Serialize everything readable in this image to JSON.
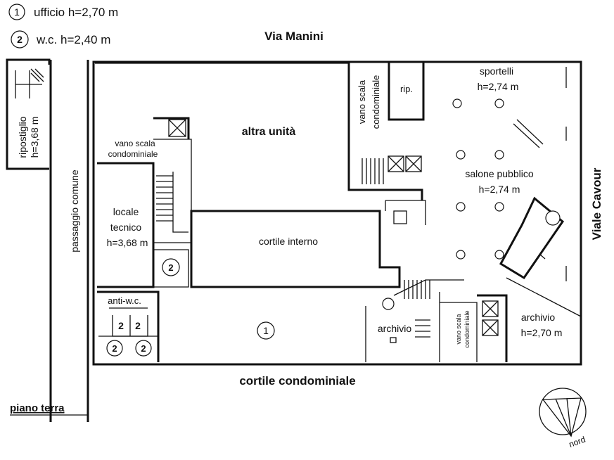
{
  "legend": {
    "items": [
      {
        "num": "1",
        "text": "ufficio h=2,70 m"
      },
      {
        "num": "2",
        "text": "w.c. h=2,40 m"
      }
    ]
  },
  "streets": {
    "north": "Via Manini",
    "east": "Viale Cavour",
    "south": "cortile condominiale"
  },
  "rooms": {
    "ripostiglio": [
      "ripostiglio",
      "h=3,68 m"
    ],
    "passaggio": "passaggio comune",
    "altra_unita": "altra unità",
    "vano_scala_left": [
      "vano scala",
      "condominiale"
    ],
    "locale_tecnico": [
      "locale",
      "tecnico",
      "h=3,68 m"
    ],
    "cortile_interno": "cortile interno",
    "vano_scala_top": [
      "vano scala",
      "condominiale"
    ],
    "rip": "rip.",
    "sportelli": [
      "sportelli",
      "h=2,74 m"
    ],
    "salone": [
      "salone pubblico",
      "h=2,74 m"
    ],
    "anti_wc": "anti-w.c.",
    "archivio_center": "archivio",
    "vano_scala_small": [
      "vano scala",
      "condominiale"
    ],
    "archivio_right": [
      "archivio",
      "h=2,70 m"
    ]
  },
  "room_numbers": {
    "ufficio": "1",
    "wc_inner": "2",
    "wc_a": "2",
    "wc_b": "2",
    "wc_c": "2",
    "wc_d": "2"
  },
  "floor_label": "piano terra",
  "compass": {
    "label": "nord"
  }
}
